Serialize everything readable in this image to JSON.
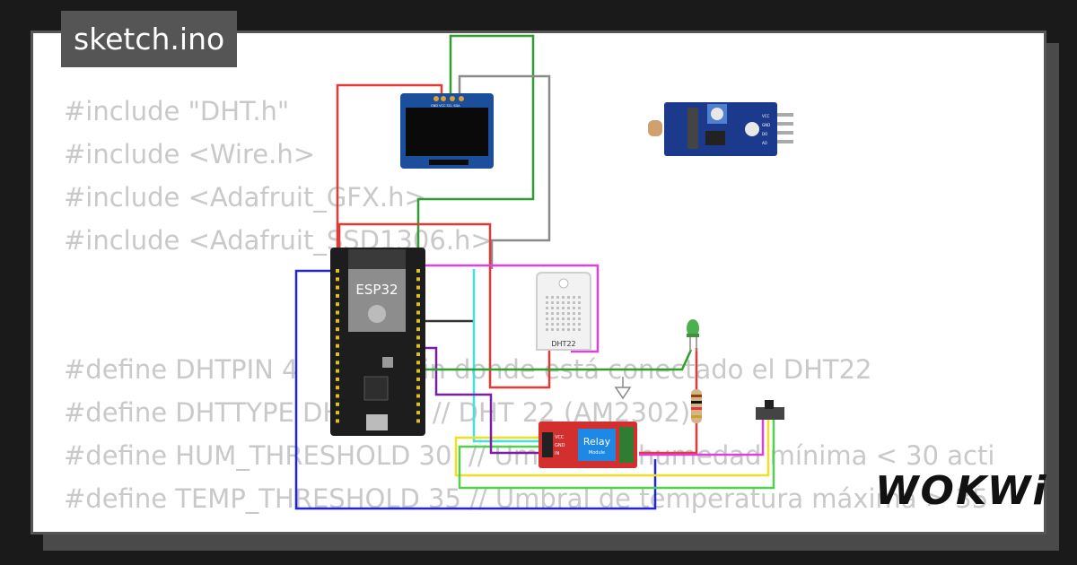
{
  "file_tab": "sketch.ino",
  "code_lines": [
    "#include \"DHT.h\"",
    "#include <Wire.h>",
    "#include <Adafruit_GFX.h>",
    "#include <Adafruit_SSD1306.h>",
    "#define DHTPIN 4          // Pin donde está conectado el DHT22",
    "#define DHTTYPE DHT22     // DHT 22 (AM2302)",
    "#define HUM_THRESHOLD 30  // Umbral de humedad mínima < 30 acti",
    "#define TEMP_THRESHOLD 35 // Umbral de temperatura máxima > 35"
  ],
  "components": {
    "esp32_label": "ESP32",
    "dht_label": "DHT22",
    "relay_label": "Relay",
    "relay_sub": "Module",
    "relay_pins": [
      "VCC",
      "GND",
      "IN"
    ],
    "oled_pins": "GND VCC SCL SDA",
    "ldr_pins": [
      "VCC",
      "GND",
      "DO",
      "AO"
    ]
  },
  "logo": "WOKWi",
  "colors": {
    "background": "#1a1a1a",
    "card": "#ffffff",
    "code_text": "#c9c9c9",
    "wire_red": "#e53935",
    "wire_green": "#2e9e2e",
    "wire_gray": "#8a8a8a",
    "wire_blue": "#2222dd",
    "wire_magenta": "#e040e0",
    "wire_cyan": "#40e0e8",
    "wire_yellow": "#f0e020",
    "wire_lime": "#50d050",
    "wire_purple": "#7b1fa2",
    "esp32_board": "#1d1d1d",
    "relay_board": "#d32f2f",
    "oled_board": "#1b4f9c"
  }
}
